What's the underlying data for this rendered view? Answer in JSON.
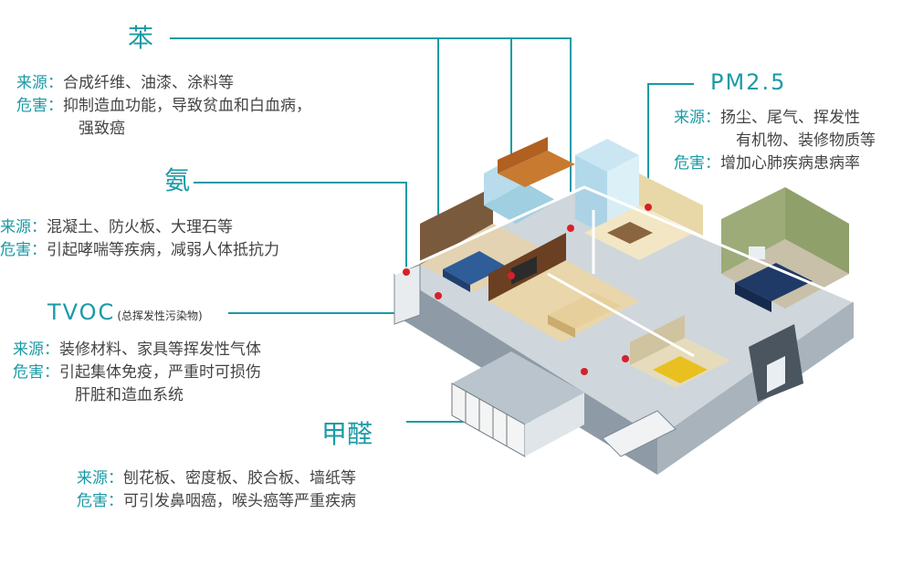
{
  "pollutants": {
    "benzene": {
      "name": "苯",
      "source_label": "来源：",
      "source": "合成纤维、油漆、涂料等",
      "harm_label": "危害：",
      "harm": "抑制造血功能，导致贫血和白血病，",
      "harm_cont": "强致癌"
    },
    "ammonia": {
      "name": "氨",
      "source_label": "来源：",
      "source": "混凝土、防火板、大理石等",
      "harm_label": "危害：",
      "harm": "引起哮喘等疾病，减弱人体抵抗力"
    },
    "tvoc": {
      "name": "TVOC",
      "subtitle": "(总挥发性污染物)",
      "source_label": "来源：",
      "source": "装修材料、家具等挥发性气体",
      "harm_label": "危害：",
      "harm": "引起集体免疫，严重时可损伤",
      "harm_cont": "肝脏和造血系统"
    },
    "formaldehyde": {
      "name": "甲醛",
      "source_label": "来源：",
      "source": "刨花板、密度板、胶合板、墙纸等",
      "harm_label": "危害：",
      "harm": "可引发鼻咽癌，喉头癌等严重疾病"
    },
    "pm25": {
      "name": "PM2.5",
      "source_label": "来源：",
      "source": "扬尘、尾气、挥发性",
      "source_cont": "有机物、装修物质等",
      "harm_label": "危害：",
      "harm": "增加心肺疾病患病率"
    }
  },
  "colors": {
    "accent": "#1a9aa6",
    "text": "#444444",
    "marker": "#d6202a"
  },
  "illustration": "isometric-apartment-floorplan"
}
